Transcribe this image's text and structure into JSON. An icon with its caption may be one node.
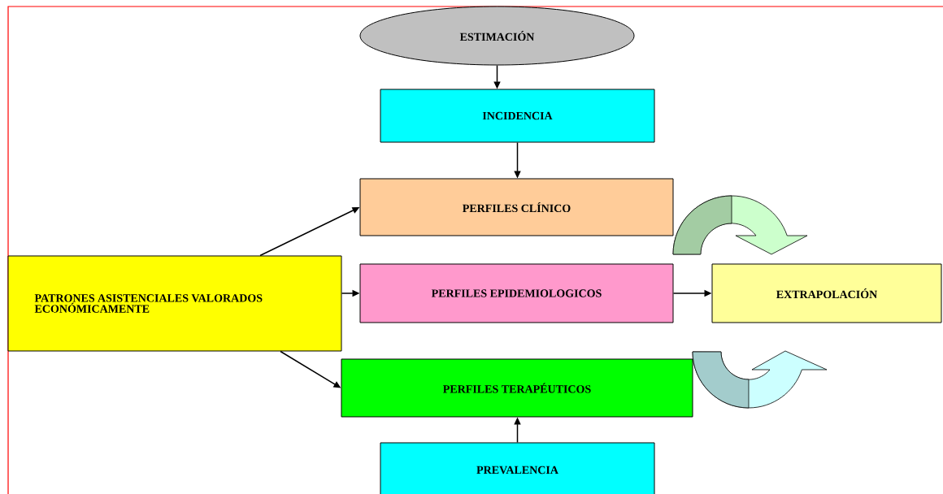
{
  "diagram": {
    "nodes": [
      {
        "text": [
          "ESTIMACIÓN"
        ]
      },
      {
        "text": [
          "INCIDENCIA"
        ]
      },
      {
        "text": [
          "PERFILES CLÍNICO"
        ]
      },
      {
        "text": [
          "PATRONES ASISTENCIALES VALORADOS ECONÓMICAMENTE"
        ]
      },
      {
        "text": [
          "PERFILES EPIDEMIOLOGICOS"
        ]
      },
      {
        "text": [
          "EXTRAPOLACIÓN"
        ]
      },
      {
        "text": [
          "PERFILES TERAPÉUTICOS"
        ]
      },
      {
        "text": [
          "PREVALENCIA"
        ]
      }
    ],
    "edges": [
      {
        "from": 0,
        "to": 1,
        "arrow": "to"
      },
      {
        "from": 1,
        "to": 2,
        "arrow": "to"
      },
      {
        "from": 3,
        "to": 2,
        "arrow": "to"
      },
      {
        "from": 3,
        "to": 4,
        "arrow": "to"
      },
      {
        "from": 3,
        "to": 6,
        "arrow": "to"
      },
      {
        "from": 4,
        "to": 5,
        "arrow": "to"
      },
      {
        "from": 7,
        "to": 6,
        "arrow": "to"
      }
    ]
  }
}
